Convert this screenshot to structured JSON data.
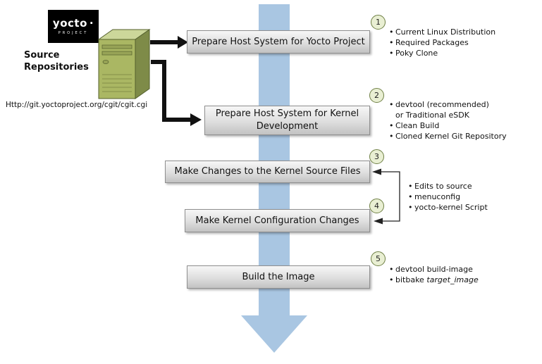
{
  "colors": {
    "arrow-blue": "#a9c6e2",
    "circle-fill": "#e9efd3",
    "circle-border": "#6e7f44",
    "server-front": "#aab763",
    "server-side": "#7e8b48",
    "server-top": "#ccd79a",
    "server-outline": "#55612e",
    "server-detail": "#97a356",
    "box-border": "#8f8f8f",
    "connector-black": "#111111",
    "logo-bg": "#000000",
    "logo-fg": "#ffffff"
  },
  "logo": {
    "brand": "yocto",
    "dot": "·",
    "project": "PROJECT"
  },
  "source": {
    "label": "Source Repositories",
    "url": "Http://git.yoctoproject.org/cgit/cgit.cgi"
  },
  "steps": [
    {
      "num": "1",
      "title": "Prepare Host System for Yocto Project",
      "bullets": [
        "Current Linux Distribution",
        "Required Packages",
        "Poky Clone"
      ]
    },
    {
      "num": "2",
      "title": "Prepare Host System for Kernel Development",
      "bullets": [
        "devtool (recommended) or Traditional eSDK",
        "Clean Build",
        "Cloned Kernel Git Repository"
      ]
    },
    {
      "num": "3",
      "title": "Make Changes to the Kernel Source Files",
      "bullets": []
    },
    {
      "num": "4",
      "title": "Make Kernel Configuration Changes",
      "bullets": []
    },
    {
      "num": "5",
      "title": "Build the Image",
      "bullets": [
        "devtool build-image"
      ]
    }
  ],
  "shared_bullets_3_4": [
    "Edits to source",
    "menuconfig",
    "yocto-kernel Script"
  ],
  "build_image_bullet2": {
    "plain": "bitbake ",
    "italic": "target_image"
  }
}
